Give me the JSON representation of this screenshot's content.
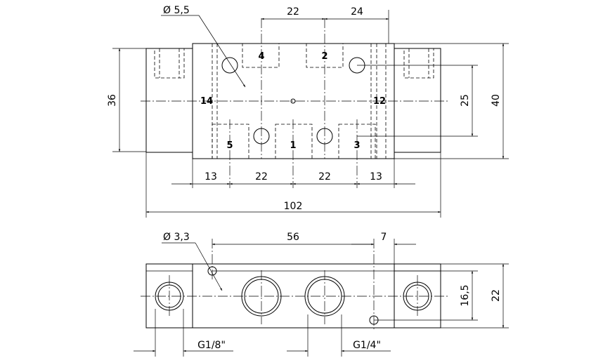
{
  "top_view": {
    "hole_dia": "Ø 5,5",
    "dim_top_left": "22",
    "dim_top_right": "24",
    "dim_height_left": "36",
    "dim_height_right_inner": "25",
    "dim_height_right_outer": "40",
    "dim_bottom": [
      "13",
      "22",
      "22",
      "13"
    ],
    "dim_overall": "102",
    "ports": {
      "p4": "4",
      "p2": "2",
      "p14": "14",
      "p12": "12",
      "p5": "5",
      "p1": "1",
      "p3": "3"
    }
  },
  "side_view": {
    "hole_dia": "Ø 3,3",
    "dim_56": "56",
    "dim_7": "7",
    "dim_16_5": "16,5",
    "dim_22": "22",
    "thread_small": "G1/8\"",
    "thread_large": "G1/4\""
  }
}
